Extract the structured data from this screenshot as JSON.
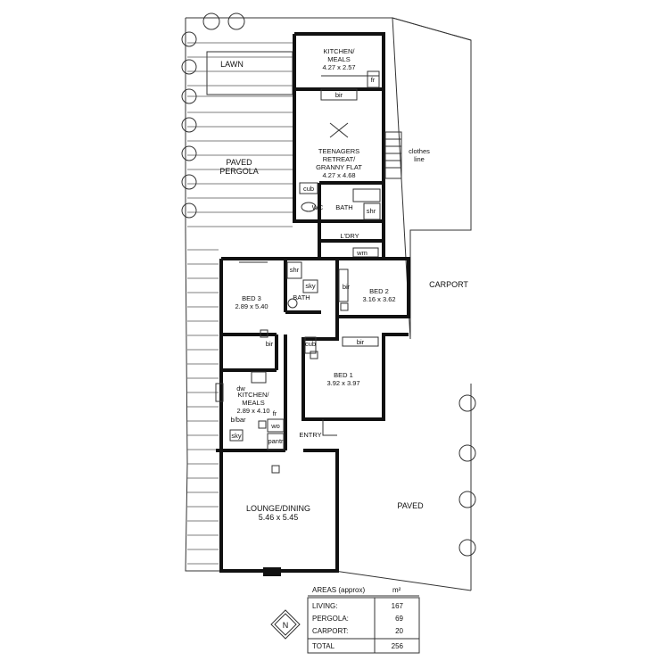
{
  "rooms": {
    "kitchen_meals_top": {
      "name": "KITCHEN/\nMEALS",
      "size": "4.27 x 2.57"
    },
    "teen_retreat": {
      "name": "TEENAGERS\nRETREAT/\nGRANNY FLAT",
      "size": "4.27 x 4.68"
    },
    "bed3": {
      "name": "BED 3",
      "size": "2.89 x 5.40"
    },
    "bed2": {
      "name": "BED 2",
      "size": "3.16 x 3.62"
    },
    "bed1": {
      "name": "BED 1",
      "size": "3.92 x 3.97"
    },
    "kitchen_meals": {
      "name": "KITCHEN/\nMEALS",
      "size": "2.89 x 4.10"
    },
    "lounge": {
      "name": "LOUNGE/DINING",
      "size": "5.46 x 5.45"
    }
  },
  "labels": {
    "lawn": "LAWN",
    "pergola": "PAVED\nPERGOLA",
    "clothes_line": "clothes\nline",
    "carport": "CARPORT",
    "paved": "PAVED",
    "entry": "ENTRY",
    "ldry": "L'DRY",
    "bath_top": "BATH",
    "wc": "WC",
    "bath_mid": "BATH",
    "cub_top": "cub",
    "cub_mid": "cub",
    "shr_top": "shr",
    "shr_mid": "shr",
    "sky_mid": "sky",
    "sky_low": "sky",
    "wm": "wm",
    "fr_top": "fr",
    "fr_low": "fr",
    "bir_top": "bir",
    "bir_bed3": "bir",
    "bir_bed2": "bir",
    "bir_bed1": "bir",
    "dw": "dw",
    "bbar": "b/bar",
    "wo": "wo",
    "pantry": "pantr"
  },
  "areas_table": {
    "heading": "AREAS (approx)",
    "unit": "m²",
    "rows": [
      {
        "label": "LIVING:",
        "value": "167"
      },
      {
        "label": "PERGOLA:",
        "value": "69"
      },
      {
        "label": "CARPORT:",
        "value": "20"
      }
    ],
    "total_label": "TOTAL",
    "total_value": "256"
  },
  "north": "N"
}
